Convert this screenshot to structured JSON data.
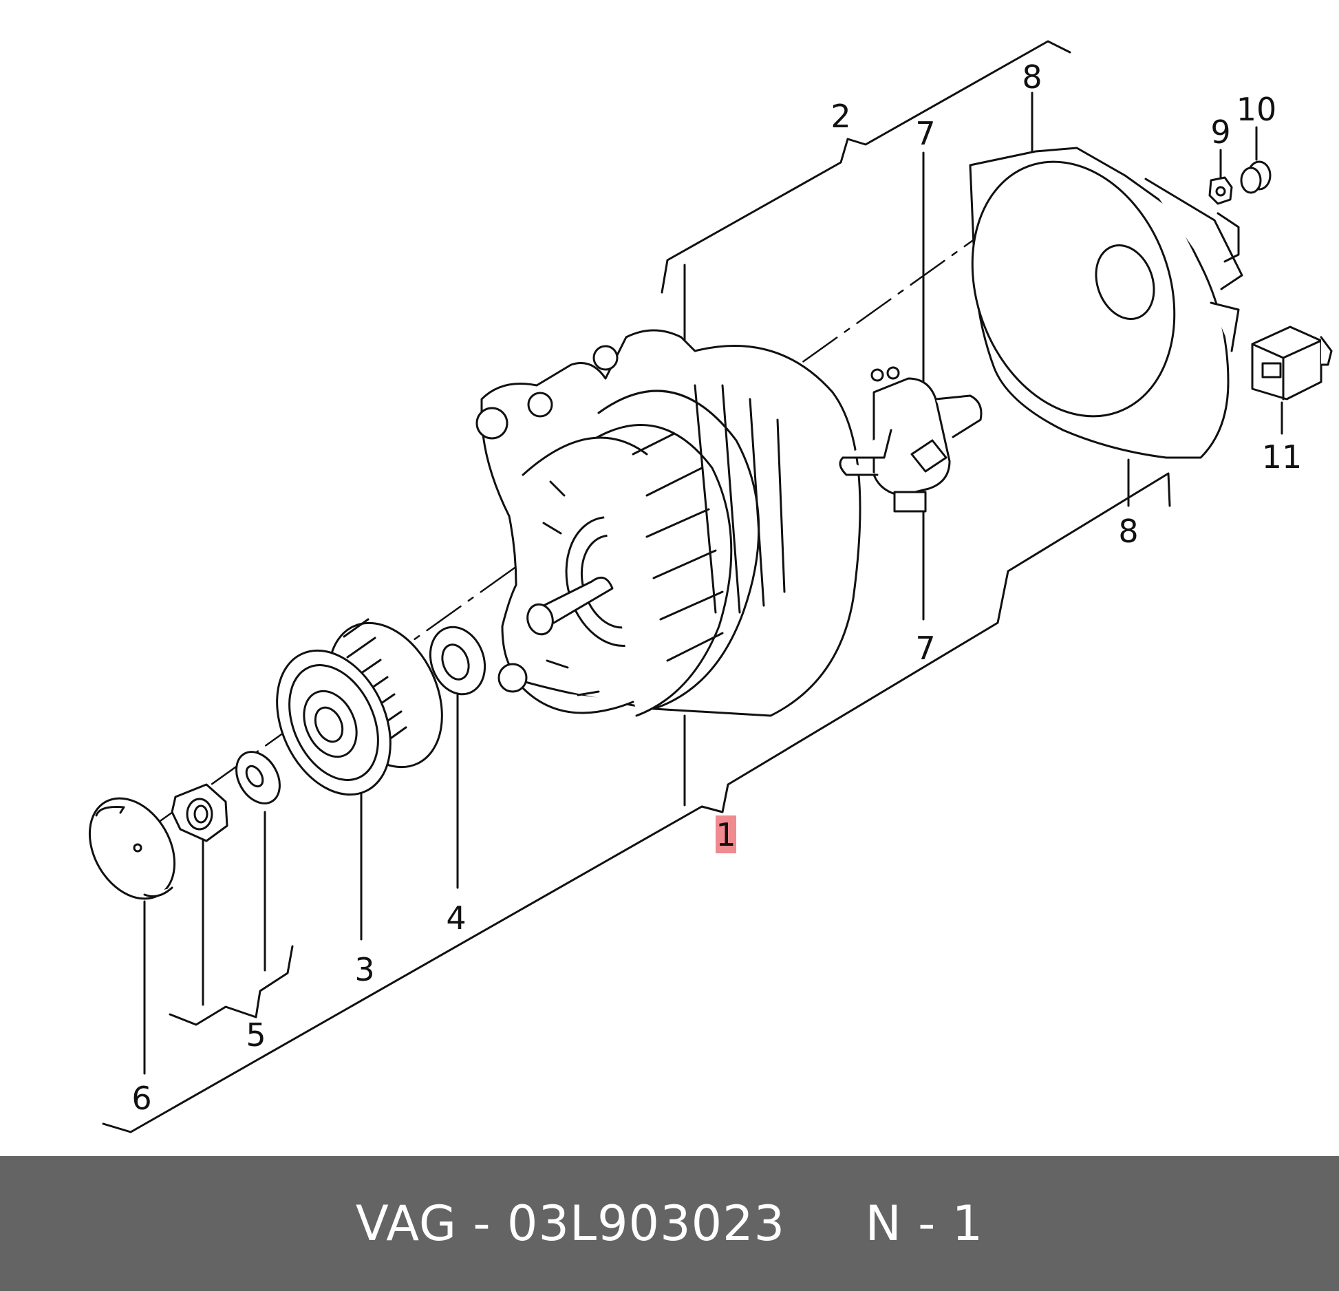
{
  "diagram": {
    "labels": {
      "l1": "1",
      "l2": "2",
      "l3": "3",
      "l4": "4",
      "l5": "5",
      "l6": "6",
      "l7a": "7",
      "l7b": "7",
      "l8a": "8",
      "l8b": "8",
      "l9": "9",
      "l10": "10",
      "l11": "11"
    },
    "highlight_color": "#ef8a8f"
  },
  "footer": {
    "text": "VAG - 03L903023     N - 1",
    "background": "#646464"
  }
}
